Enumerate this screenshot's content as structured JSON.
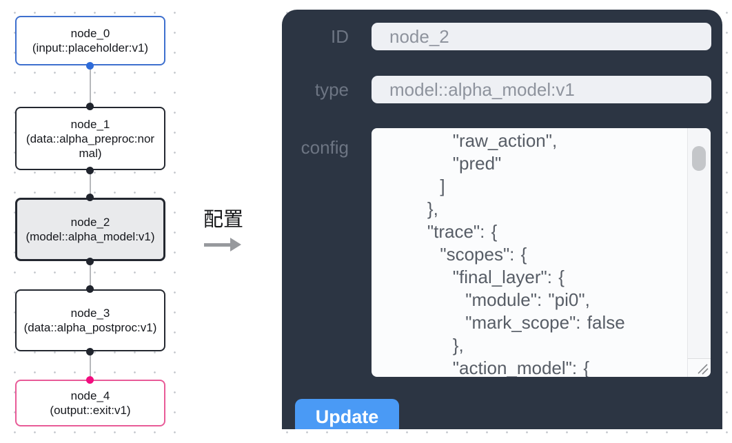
{
  "flow": {
    "nodes": [
      {
        "title": "node_0",
        "subtitle": "(input::placeholder:v1)"
      },
      {
        "title": "node_1",
        "subtitle": "(data::alpha_preproc:normal)"
      },
      {
        "title": "node_2",
        "subtitle": "(model::alpha_model:v1)"
      },
      {
        "title": "node_3",
        "subtitle": "(data::alpha_postproc:v1)"
      },
      {
        "title": "node_4",
        "subtitle": "(output::exit:v1)"
      }
    ],
    "selected_node": "node_2"
  },
  "annotation": {
    "label": "配置"
  },
  "panel": {
    "id": {
      "label": "ID",
      "value": "node_2"
    },
    "type": {
      "label": "type",
      "value": "model::alpha_model:v1"
    },
    "config": {
      "label": "config",
      "value": "        \"raw_action\",\n        \"pred\"\n      ]\n    },\n    \"trace\": {\n      \"scopes\": {\n        \"final_layer\": {\n          \"module\": \"pi0\",\n          \"mark_scope\": false\n        },\n        \"action_model\": {"
    },
    "update": {
      "label": "Update"
    }
  },
  "colors": {
    "panel_bg": "#2c3543",
    "button_accent": "#4a9af5",
    "input_bg": "#eef0f4",
    "node_input_border": "#3d6fce",
    "node_default_border": "#23272f",
    "node_output_border": "#e85a97",
    "node_selected_bg": "#e9eaec",
    "port_input": "#2e6bd9",
    "port_default": "#20242d",
    "port_output": "#f20d7f"
  }
}
